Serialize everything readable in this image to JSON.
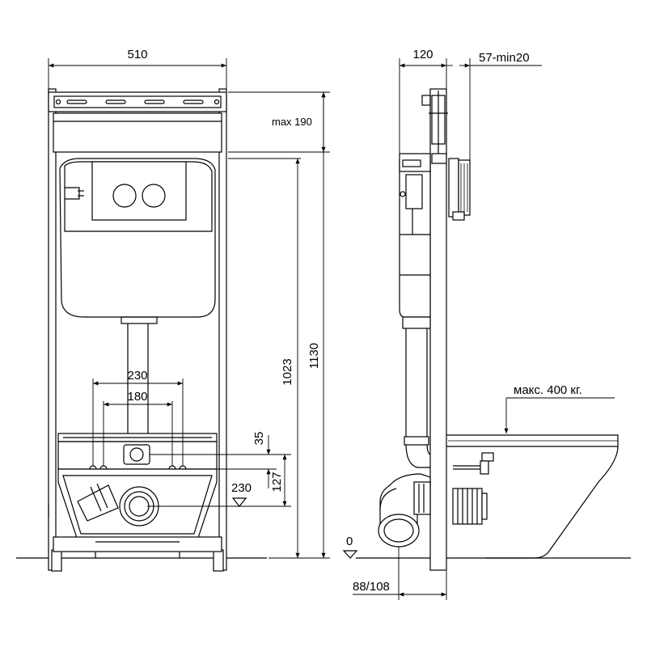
{
  "front_view": {
    "width_label": "510",
    "max_height_label": "max 190",
    "height_1023_label": "1023",
    "height_1130_label": "1130",
    "bolt_spacing_outer_label": "230",
    "bolt_spacing_inner_label": "180",
    "offset_35_label": "35",
    "offset_127_label": "127",
    "drain_height_label": "230",
    "floor_level_label": "0"
  },
  "side_view": {
    "depth_label": "120",
    "wall_thickness_label": "57-min20",
    "load_label": "макс. 400 кг.",
    "pipe_offset_label": "88/108"
  }
}
